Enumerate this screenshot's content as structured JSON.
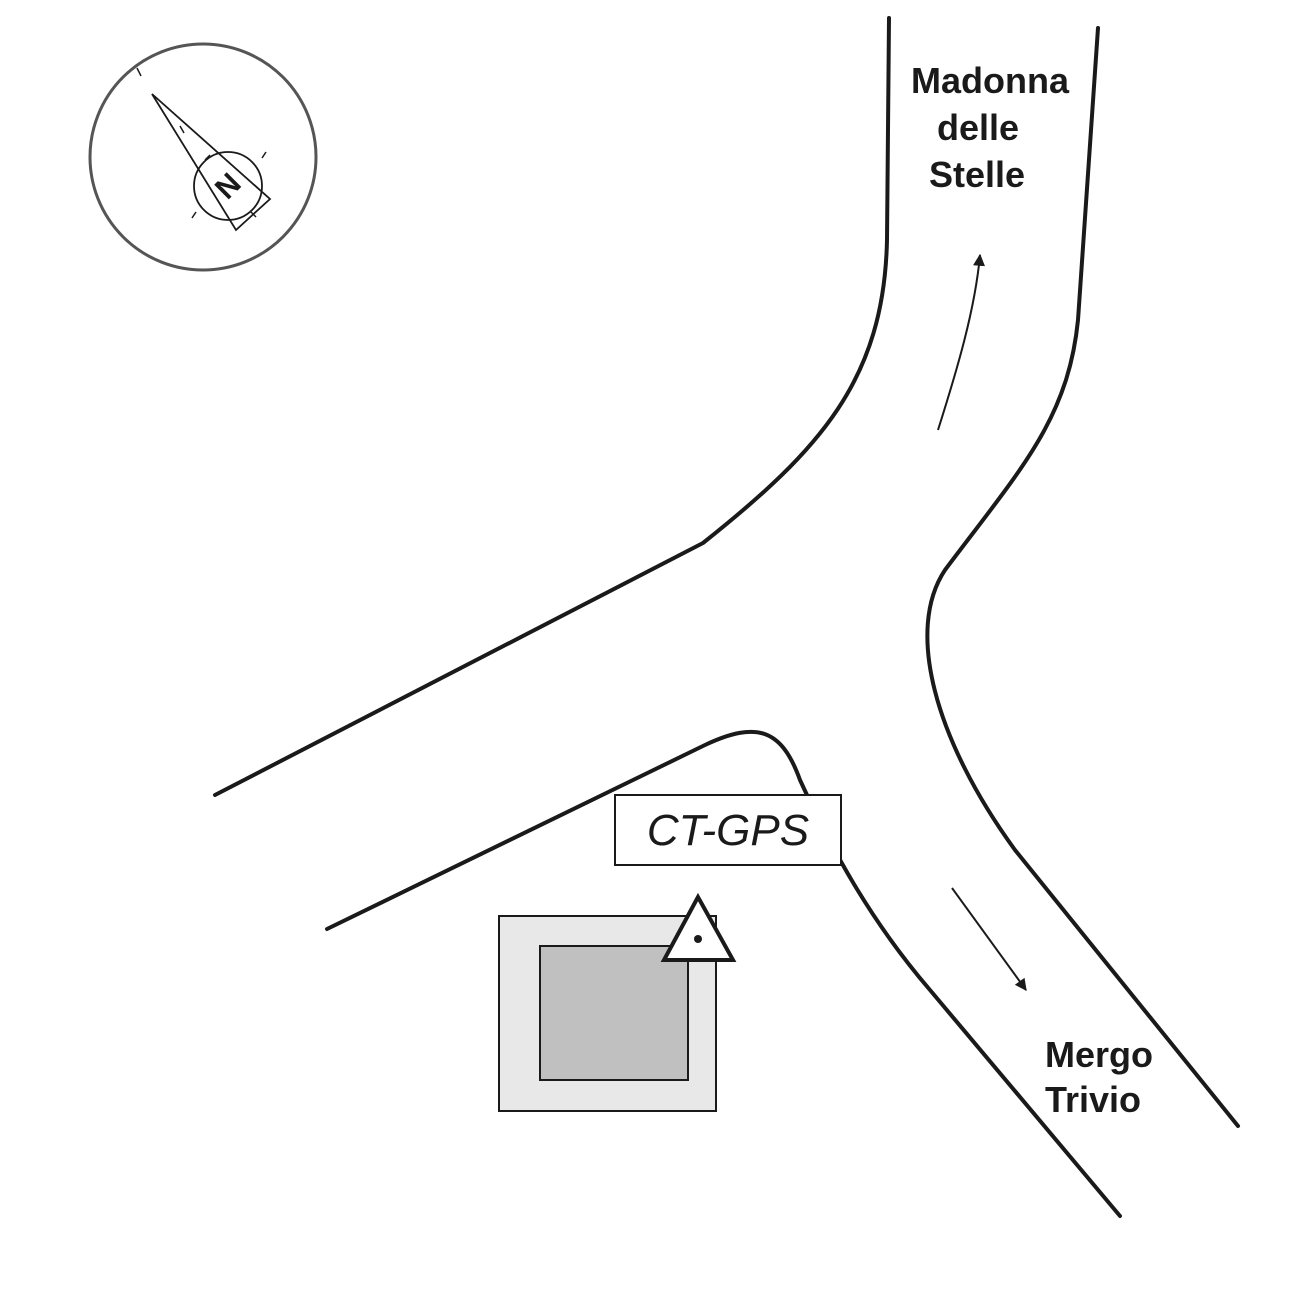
{
  "map": {
    "destinations": {
      "north": {
        "lines": [
          "Madonna",
          "delle",
          "Stelle"
        ]
      },
      "south": {
        "lines": [
          "Mergo",
          "Trivio"
        ]
      }
    },
    "station": {
      "label": "CT-GPS"
    },
    "compass": {
      "letter": "N"
    },
    "colors": {
      "ink": "#1a1a1a",
      "compass_ring": "#555555",
      "building_outer": "#e8e8e8",
      "building_inner": "#c0c0c0"
    }
  }
}
